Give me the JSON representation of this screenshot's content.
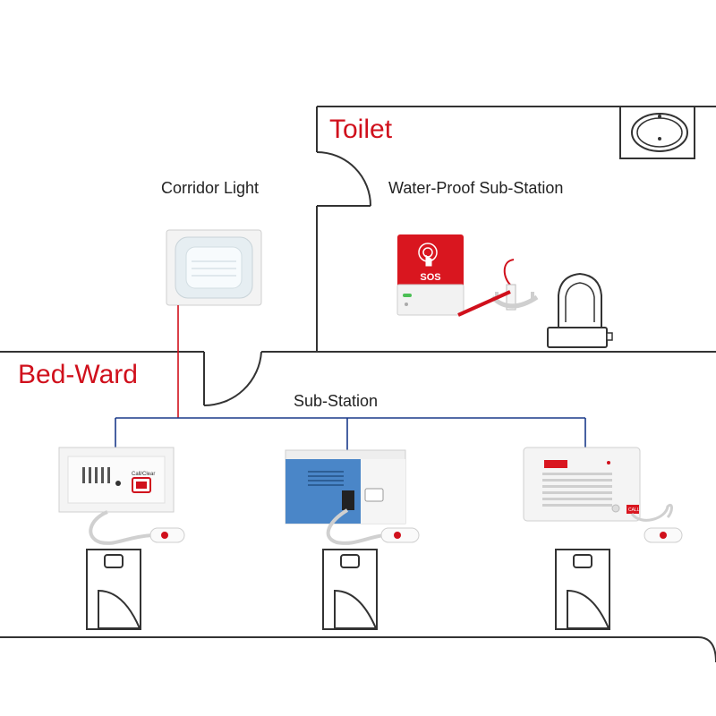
{
  "rooms": {
    "toilet": {
      "title": "Toilet"
    },
    "ward": {
      "title": "Bed-Ward"
    }
  },
  "labels": {
    "corridor_light": "Corridor Light",
    "waterproof": "Water-Proof Sub-Station",
    "substation": "Sub-Station"
  },
  "devices": {
    "sos_text": "SOS",
    "call_clear": "Call/Clear",
    "call_text": "CALL"
  },
  "colors": {
    "accent_red": "#d0101c",
    "wire_red": "#d0101c",
    "wire_blue": "#1a3a8a",
    "wall": "#333333",
    "panel_blue": "#4a86c8"
  }
}
